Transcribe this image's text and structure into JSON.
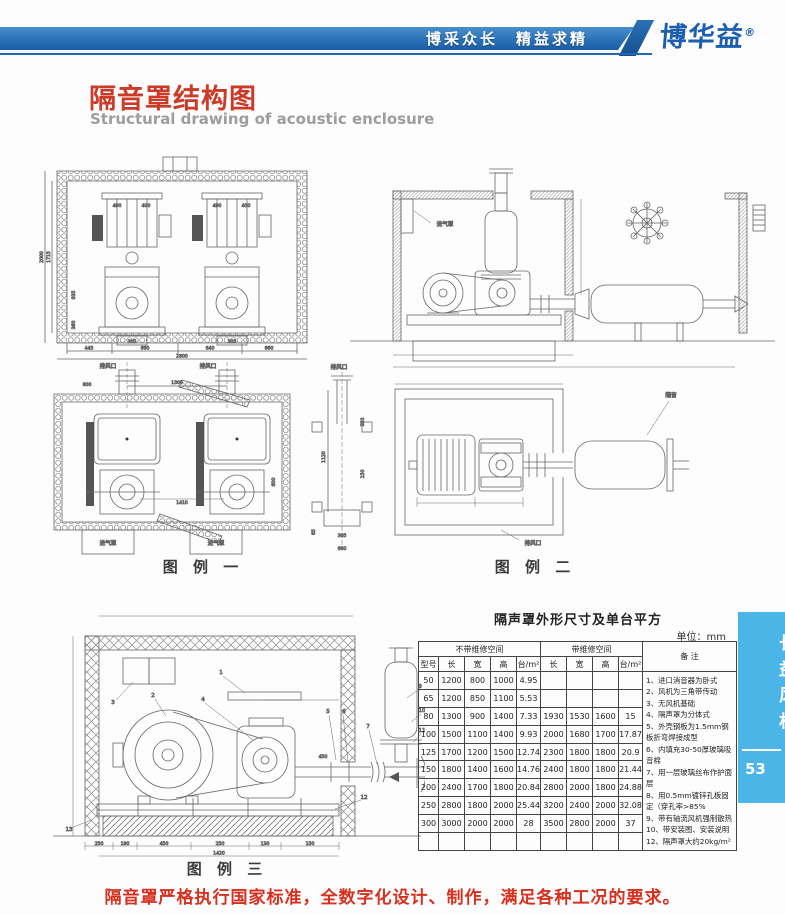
{
  "header": {
    "slogan": "博采众长　精益求精",
    "logo": "博华益",
    "reg_mark": "®"
  },
  "title": {
    "zh": "隔音罩结构图",
    "en": "Structural drawing of acoustic enclosure"
  },
  "figures": {
    "fig1": {
      "caption": "图 例 一",
      "front": {
        "dim_top_a": "490",
        "dim_top_b": "400",
        "dim_left_outer": "2000",
        "dim_left_inner": "1715",
        "dim_left_s1": "935",
        "dim_left_s2": "360",
        "dims_bottom": [
          "445",
          "660",
          "640",
          "660"
        ],
        "dim_total": "2800",
        "dim_base": "305"
      },
      "plan": {
        "outlet_label": "排风口",
        "inlet_label": "进气罩",
        "dim_w1": "1300",
        "dim_w2": "800",
        "dim_center": "1410",
        "dim_right": "600",
        "elev": {
          "outlet_label": "排风口",
          "dim_v1": "1120",
          "dim_v2": "350",
          "dim_v3": "150",
          "dim_v4": "65",
          "dim_h1": "305",
          "dim_h2": "660"
        }
      }
    },
    "fig2": {
      "caption": "图 例 二",
      "intake_label": "进气罩",
      "outlet_label": "排风口",
      "annotation": "隔音"
    },
    "fig3": {
      "caption": "图 例 三",
      "callouts": [
        "1",
        "2",
        "3",
        "4",
        "5",
        "6",
        "7",
        "9",
        "10",
        "11",
        "12",
        "13"
      ],
      "dims_bottom": [
        "250",
        "180",
        "450",
        "250",
        "130",
        "150"
      ],
      "dim_total": "1420",
      "dim_pipe": "450"
    }
  },
  "table": {
    "title": "隔声罩外形尺寸及单台平方",
    "unit": "单位：mm",
    "group1": "不带维修空间",
    "group2": "带维修空间",
    "remarks_header": "备  注",
    "subheaders": [
      "型号",
      "长",
      "宽",
      "高",
      "台/m²",
      "长",
      "宽",
      "高",
      "台/m²"
    ],
    "rows": [
      [
        "50",
        "1200",
        "800",
        "1000",
        "4.95",
        "",
        "",
        "",
        ""
      ],
      [
        "65",
        "1200",
        "850",
        "1100",
        "5.53",
        "",
        "",
        "",
        ""
      ],
      [
        "80",
        "1300",
        "900",
        "1400",
        "7.33",
        "1930",
        "1530",
        "1600",
        "15"
      ],
      [
        "100",
        "1500",
        "1100",
        "1400",
        "9.93",
        "2000",
        "1680",
        "1700",
        "17.87"
      ],
      [
        "125",
        "1700",
        "1200",
        "1500",
        "12.74",
        "2300",
        "1800",
        "1800",
        "20.9"
      ],
      [
        "150",
        "1800",
        "1400",
        "1600",
        "14.76",
        "2400",
        "1800",
        "1800",
        "21.44"
      ],
      [
        "200",
        "2400",
        "1700",
        "1800",
        "20.84",
        "2800",
        "2000",
        "1800",
        "24.88"
      ],
      [
        "250",
        "2800",
        "1800",
        "2000",
        "25.44",
        "3200",
        "2400",
        "2000",
        "32.08"
      ],
      [
        "300",
        "3000",
        "2000",
        "2000",
        "28",
        "3500",
        "2800",
        "2000",
        "37"
      ],
      [
        "",
        "",
        "",
        "",
        "",
        "",
        "",
        "",
        ""
      ]
    ],
    "remarks": [
      "1、进口消音器为卧式",
      "2、风机为三角带传动",
      "3、无风机基础",
      "4、隔声罩为分体式",
      "5、外壳钢板为1.5mm钢板折弯焊接成型",
      "6、内填充30-50厚玻璃吸音棉",
      "7、用一层玻璃丝布作护面层",
      "8、用0.5mm镀锌孔板固定（穿孔率>85%",
      "9、带有轴流风机强制散热",
      "10、带安装图、安装说明",
      "12、隔声罩大约20kg/m²"
    ]
  },
  "sidebar": {
    "tab_text": "长益风机",
    "page_number": "53"
  },
  "footer": {
    "note": "隔音罩严格执行国家标准，全数字化设计、制作，满足各种工况的要求。"
  }
}
